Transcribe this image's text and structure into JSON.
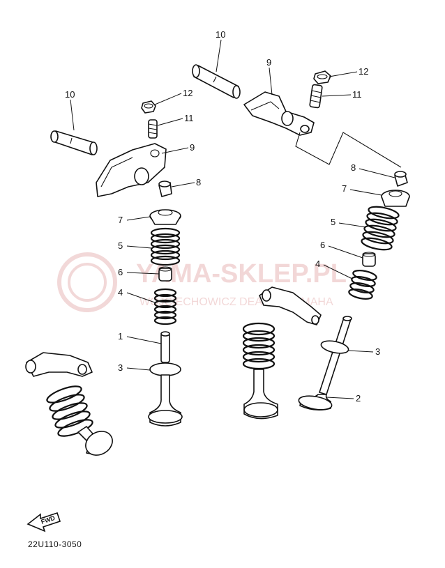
{
  "watermark": {
    "brand": "YAMA-SKLEP.PL",
    "subtitle": "WOJCIECHOWICZ DEALER YAMAHA",
    "color": "#e8b8b8"
  },
  "callouts": {
    "n1": "1",
    "n2": "2",
    "n3": "3",
    "n4": "4",
    "n5": "5",
    "n6": "6",
    "n7": "7",
    "n8": "8",
    "n9": "9",
    "n10": "10",
    "n11": "11",
    "n12": "12"
  },
  "fwd_label": "FWD",
  "diagram_code": "22U110-3050"
}
